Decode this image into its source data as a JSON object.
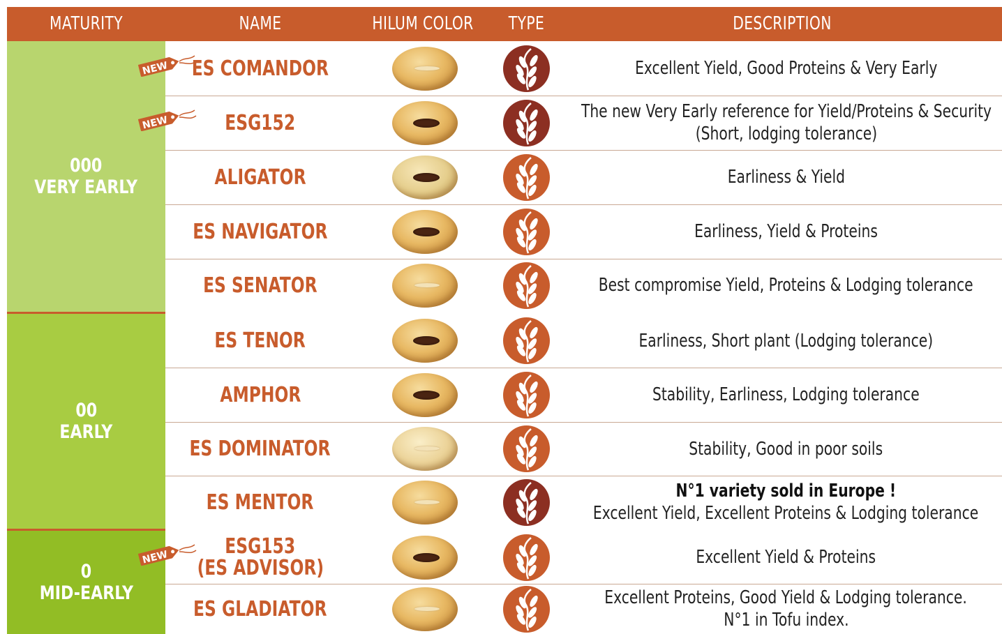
{
  "header": {
    "maturity": "MATURITY",
    "name": "NAME",
    "hilum": "HILUM COLOR",
    "type": "TYPE",
    "description": "DESCRIPTION"
  },
  "new_label": "NEW",
  "colors": {
    "header_bg": "#c85c2c",
    "very_early": "#b8d56e",
    "early": "#a8cc42",
    "mid_early": "#92bd25",
    "type_dark": "#8c2f22",
    "type_orange": "#c85c2c"
  },
  "groups": [
    {
      "line1": "000",
      "line2": "VERY EARLY"
    },
    {
      "line1": "00",
      "line2": "EARLY"
    },
    {
      "line1": "0",
      "line2": "MID-EARLY"
    }
  ],
  "rows": [
    {
      "name": "ES COMANDOR",
      "name2": "",
      "hilum": "light",
      "type": "dark",
      "is_new": true,
      "desc_bold": "",
      "desc1": "Excellent Yield, Good Proteins & Very Early",
      "desc2": ""
    },
    {
      "name": "ESG152",
      "name2": "",
      "hilum": "dark",
      "type": "dark",
      "is_new": true,
      "desc_bold": "",
      "desc1": "The new Very Early reference for Yield/Proteins & Security",
      "desc2": "(Short, lodging tolerance)"
    },
    {
      "name": "ALIGATOR",
      "name2": "",
      "hilum": "dark",
      "type": "orange",
      "is_new": false,
      "desc_bold": "",
      "desc1": "Earliness & Yield",
      "desc2": ""
    },
    {
      "name": "ES NAVIGATOR",
      "name2": "",
      "hilum": "dark",
      "type": "orange",
      "is_new": false,
      "desc_bold": "",
      "desc1": "Earliness, Yield & Proteins",
      "desc2": ""
    },
    {
      "name": "ES SENATOR",
      "name2": "",
      "hilum": "light",
      "type": "orange",
      "is_new": false,
      "desc_bold": "",
      "desc1": "Best compromise Yield, Proteins & Lodging tolerance",
      "desc2": ""
    },
    {
      "name": "ES TENOR",
      "name2": "",
      "hilum": "dark",
      "type": "orange",
      "is_new": false,
      "desc_bold": "",
      "desc1": "Earliness, Short plant (Lodging tolerance)",
      "desc2": ""
    },
    {
      "name": "AMPHOR",
      "name2": "",
      "hilum": "dark",
      "type": "orange",
      "is_new": false,
      "desc_bold": "",
      "desc1": "Stability, Earliness, Lodging tolerance",
      "desc2": ""
    },
    {
      "name": "ES DOMINATOR",
      "name2": "",
      "hilum": "light",
      "type": "orange",
      "is_new": false,
      "desc_bold": "",
      "desc1": "Stability, Good in poor soils",
      "desc2": ""
    },
    {
      "name": "ES MENTOR",
      "name2": "",
      "hilum": "light",
      "type": "dark",
      "is_new": false,
      "desc_bold": "N°1 variety sold in Europe !",
      "desc1": "Excellent Yield, Excellent Proteins & Lodging tolerance",
      "desc2": ""
    },
    {
      "name": "ESG153",
      "name2": "(ES ADVISOR)",
      "hilum": "dark",
      "type": "orange",
      "is_new": true,
      "desc_bold": "",
      "desc1": "Excellent Yield & Proteins",
      "desc2": ""
    },
    {
      "name": "ES GLADIATOR",
      "name2": "",
      "hilum": "light",
      "type": "orange",
      "is_new": false,
      "desc_bold": "",
      "desc1": "Excellent Proteins, Good Yield & Lodging tolerance.",
      "desc2": "N°1 in Tofu index."
    }
  ]
}
